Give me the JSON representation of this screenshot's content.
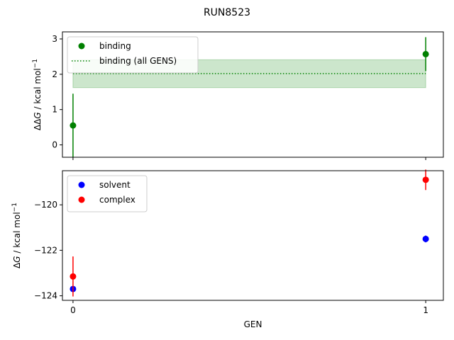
{
  "chart_data": {
    "title": "RUN8523",
    "xlabel": "GEN",
    "x_ticks": [
      0,
      1
    ],
    "x_range": [
      -0.03,
      1.05
    ],
    "panels": [
      {
        "ylabel_prefix": "ΔΔ",
        "ylabel_var": "G",
        "ylabel_suffix": " / kcal mol",
        "ylabel_sup": "−1",
        "ylim": [
          -0.35,
          3.2
        ],
        "yticks": [
          0,
          1,
          2,
          3
        ],
        "series": [
          {
            "name": "binding",
            "type": "scatter_errorbar",
            "color": "#008000",
            "x": [
              0,
              1
            ],
            "y": [
              0.55,
              2.57
            ],
            "yerr": [
              0.9,
              0.48
            ]
          }
        ],
        "band": {
          "name": "binding (all GENS)",
          "color": "#008000",
          "x": [
            0,
            1
          ],
          "center": 2.02,
          "low": 1.62,
          "high": 2.41
        },
        "legend": [
          {
            "label": "binding",
            "kind": "marker",
            "color": "#008000"
          },
          {
            "label": "binding (all GENS)",
            "kind": "dotted",
            "color": "#008000"
          }
        ],
        "legend_position": "upper-left"
      },
      {
        "ylabel_prefix": "Δ",
        "ylabel_var": "G",
        "ylabel_suffix": " / kcal mol",
        "ylabel_sup": "−1",
        "ylim": [
          -124.2,
          -118.5
        ],
        "yticks": [
          -124,
          -122,
          -120
        ],
        "series": [
          {
            "name": "solvent",
            "type": "scatter_errorbar",
            "color": "#0000ff",
            "x": [
              0,
              1
            ],
            "y": [
              -123.7,
              -121.5
            ],
            "yerr": [
              0.1,
              0.15
            ]
          },
          {
            "name": "complex",
            "type": "scatter_errorbar",
            "color": "#ff0000",
            "x": [
              0,
              1
            ],
            "y": [
              -123.15,
              -118.9
            ],
            "yerr": [
              0.88,
              0.45
            ]
          }
        ],
        "legend": [
          {
            "label": "solvent",
            "kind": "marker",
            "color": "#0000ff"
          },
          {
            "label": "complex",
            "kind": "marker",
            "color": "#ff0000"
          }
        ],
        "legend_position": "upper-left"
      }
    ]
  }
}
